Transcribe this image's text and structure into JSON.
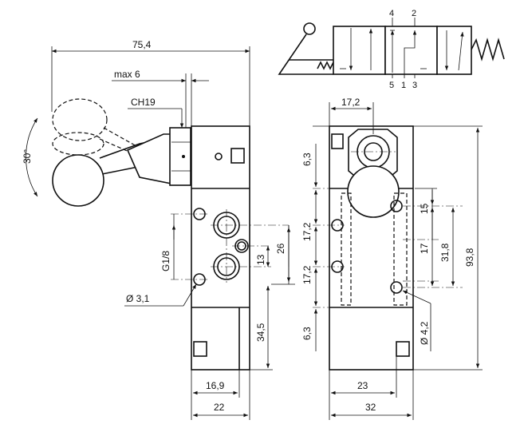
{
  "dimensions": {
    "overall_length": "75,4",
    "max_stroke": "max 6",
    "wrench_size": "CH19",
    "angle": "30°",
    "port_thread": "G1/8",
    "hole_dia_left": "Ø 3,1",
    "port_spacing_13": "13",
    "port_spacing_26": "26",
    "lower_height": "34,5",
    "width_16_9": "16,9",
    "width_22": "22",
    "top_width_17_2": "17,2",
    "top_offset_6_3": "6,3",
    "pitch_17_2_a": "17,2",
    "pitch_17_2_b": "17,2",
    "bottom_offset_6_3": "6,3",
    "right_15": "15",
    "right_17": "17",
    "right_31_8": "31,8",
    "total_height": "93,8",
    "hole_dia_right": "Ø 4,2",
    "bottom_23": "23",
    "bottom_32": "32"
  },
  "symbol": {
    "port_top_left": "4",
    "port_top_right": "2",
    "port_bottom_left": "5",
    "port_bottom_mid": "1",
    "port_bottom_right": "3"
  }
}
